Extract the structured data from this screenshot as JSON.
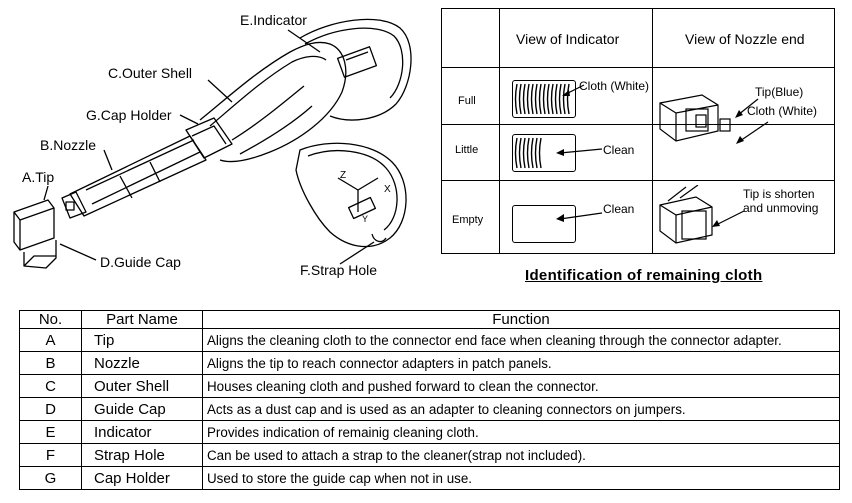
{
  "diagram": {
    "labels": {
      "indicator": "E.Indicator",
      "outer_shell": "C.Outer Shell",
      "cap_holder": "G.Cap Holder",
      "nozzle": "B.Nozzle",
      "tip": "A.Tip",
      "guide_cap": "D.Guide Cap",
      "strap_hole": "F.Strap Hole"
    }
  },
  "identification": {
    "title": "Identification of remaining cloth",
    "headers": [
      "View of Indicator",
      "View of Nozzle end"
    ],
    "rows": [
      {
        "label": "Full",
        "indicator_note": "Cloth (White)",
        "nozzle_notes": [
          "Tip(Blue)",
          "Cloth (White)"
        ]
      },
      {
        "label": "Little",
        "indicator_note": "Clean",
        "nozzle_notes": []
      },
      {
        "label": "Empty",
        "indicator_note": "Clean",
        "nozzle_notes": [
          "Tip is shorten",
          "and unmoving"
        ]
      }
    ]
  },
  "parts_table": {
    "headers": {
      "no": "No.",
      "part": "Part Name",
      "function": "Function"
    },
    "rows": [
      {
        "no": "A",
        "part": "Tip",
        "function": "Aligns the cleaning cloth to the connector end face when cleaning through the connector adapter."
      },
      {
        "no": "B",
        "part": "Nozzle",
        "function": "Aligns the tip to reach connector adapters in patch panels."
      },
      {
        "no": "C",
        "part": "Outer Shell",
        "function": "Houses cleaning cloth and pushed forward to clean the connector."
      },
      {
        "no": "D",
        "part": "Guide Cap",
        "function": "Acts as a dust cap and is used as an adapter to cleaning connectors on jumpers."
      },
      {
        "no": "E",
        "part": "Indicator",
        "function": "Provides indication of remainig cleaning cloth."
      },
      {
        "no": "F",
        "part": "Strap Hole",
        "function": "Can be used to attach a strap to the cleaner(strap not included)."
      },
      {
        "no": "G",
        "part": "Cap Holder",
        "function": "Used to store the guide cap when not in use."
      }
    ]
  }
}
